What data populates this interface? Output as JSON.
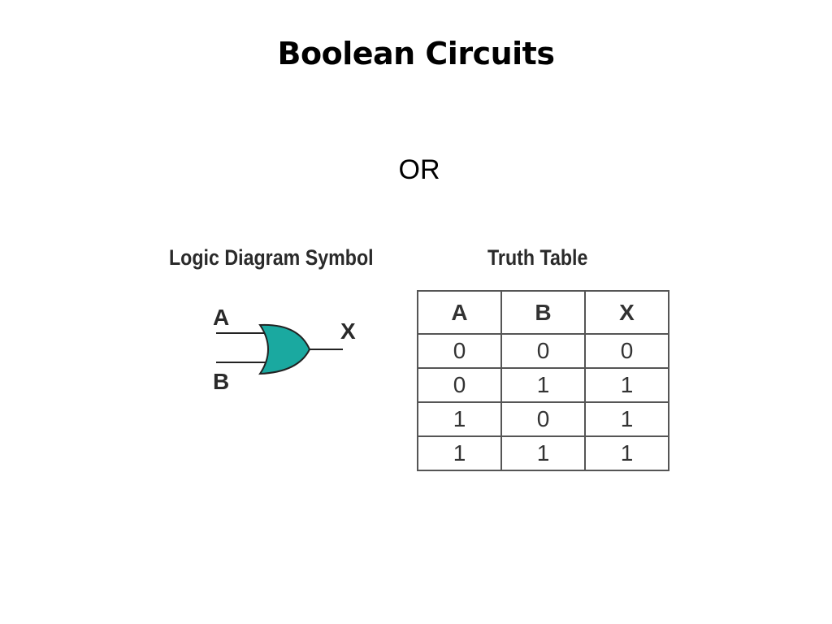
{
  "slide": {
    "title": "Boolean Circuits",
    "subtitle": "OR"
  },
  "logic_diagram": {
    "label": "Logic Diagram Symbol",
    "input_a": "A",
    "input_b": "B",
    "output": "X",
    "gate_fill": "#1aa9a0",
    "gate_stroke": "#222222"
  },
  "truth_table": {
    "label": "Truth Table",
    "headers": [
      "A",
      "B",
      "X"
    ],
    "rows": [
      [
        "0",
        "0",
        "0"
      ],
      [
        "0",
        "1",
        "1"
      ],
      [
        "1",
        "0",
        "1"
      ],
      [
        "1",
        "1",
        "1"
      ]
    ]
  }
}
